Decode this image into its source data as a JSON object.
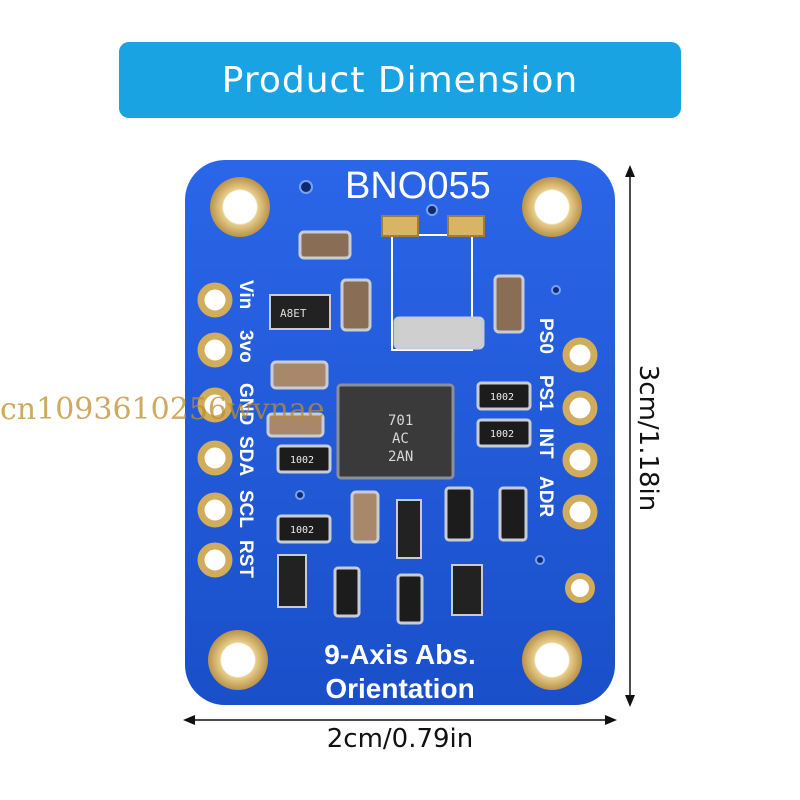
{
  "banner": {
    "title": "Product Dimension"
  },
  "board": {
    "chip_name": "BNO055",
    "subtitle_line1": "9-Axis Abs.",
    "subtitle_line2": "Orientation",
    "left_pins": [
      "Vin",
      "3vo",
      "GND",
      "SDA",
      "SCL",
      "RST"
    ],
    "right_pins": [
      "PS0",
      "PS1",
      "INT",
      "ADR"
    ],
    "ic_text": [
      "701",
      "AC",
      "2AN"
    ],
    "component_labels": {
      "regulator": "A8ET",
      "resistor": "1002"
    }
  },
  "dimensions": {
    "width": "2cm/0.79in",
    "height": "3cm/1.18in"
  },
  "watermark": "cn1093610256wvnae",
  "colors": {
    "banner": "#19a3e3",
    "pcb": "#1f57d6",
    "pad": "#d6b46a"
  }
}
